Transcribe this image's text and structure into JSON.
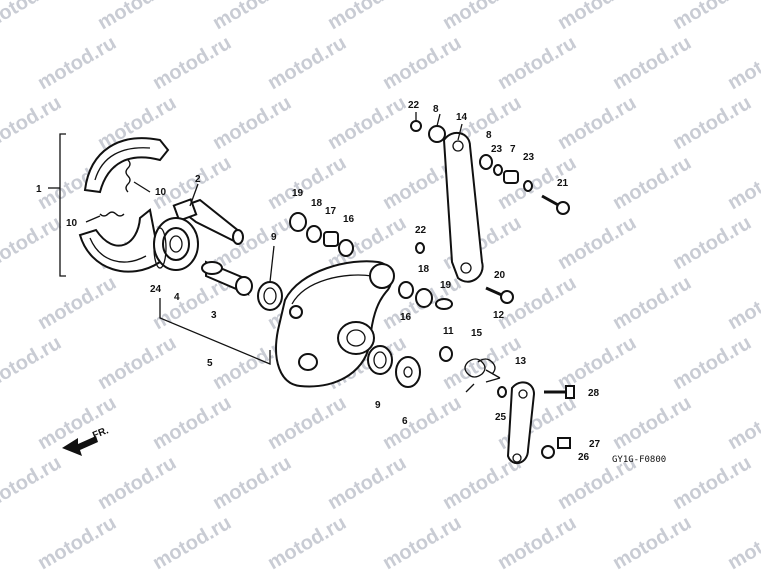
{
  "watermark": "motod.ru",
  "figure_code": "GY1G-F0800",
  "direction_label": "FR.",
  "callouts": {
    "c1": "1",
    "c2": "2",
    "c3": "3",
    "c4": "4",
    "c5": "5",
    "c6": "6",
    "c7": "7",
    "c8a": "8",
    "c8b": "8",
    "c9a": "9",
    "c9b": "9",
    "c10a": "10",
    "c10b": "10",
    "c11": "11",
    "c12": "12",
    "c13": "13",
    "c14": "14",
    "c15": "15",
    "c16a": "16",
    "c16b": "16",
    "c17": "17",
    "c18a": "18",
    "c18b": "18",
    "c19a": "19",
    "c19b": "19",
    "c20": "20",
    "c21": "21",
    "c22a": "22",
    "c22b": "22",
    "c23a": "23",
    "c23b": "23",
    "c24": "24",
    "c25": "25",
    "c26": "26",
    "c27": "27",
    "c28": "28"
  },
  "colors": {
    "ink": "#111111",
    "watermark": "#c9ccd4",
    "background": "#ffffff"
  }
}
